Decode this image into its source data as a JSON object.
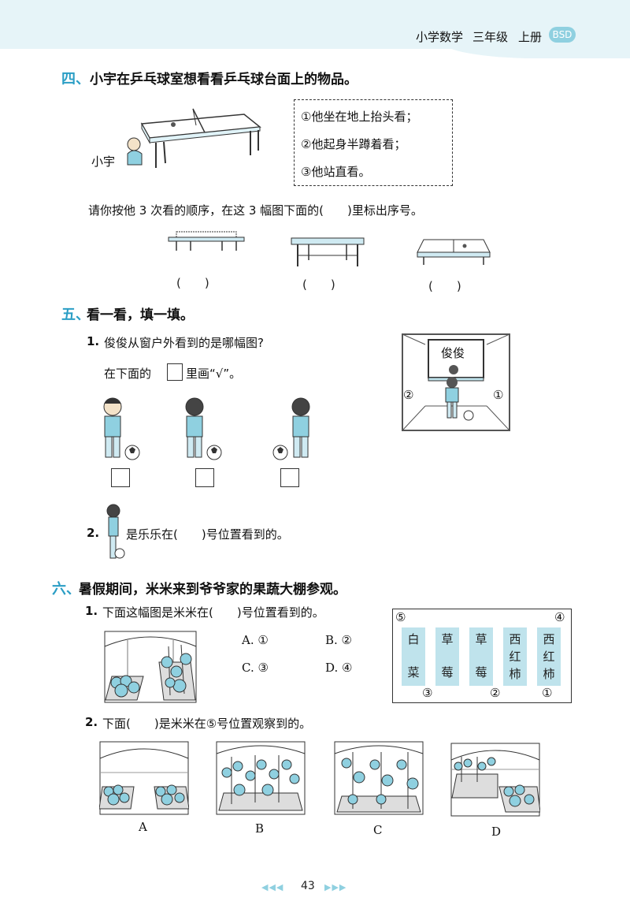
{
  "header": {
    "subject": "小学数学",
    "grade": "三年级",
    "volume": "上册",
    "badge": "BSD"
  },
  "s4": {
    "num": "四、",
    "title": "小宇在乒乓球室想看看乒乓球台面上的物品。",
    "person": "小宇",
    "options": [
      "①他坐在地上抬头看；",
      "②他起身半蹲着看；",
      "③他站直看。"
    ],
    "instruction": "请你按他 3 次看的顺序，在这 3 幅图下面的(　　)里标出序号。",
    "blank": "(　　)"
  },
  "s5": {
    "num": "五、",
    "title": "看一看，填一填。",
    "q1_num": "1.",
    "q1": "俊俊从窗户外看到的是哪幅图?",
    "q1_hint_a": "在下面的",
    "q1_hint_b": "里画“√”。",
    "window_label": "俊俊",
    "pos_left": "②",
    "pos_right": "①",
    "q2_num": "2.",
    "q2": "是乐乐在(　　)号位置看到的。"
  },
  "s6": {
    "num": "六、",
    "title": "暑假期间，米米来到爷爷家的果蔬大棚参观。",
    "q1_num": "1.",
    "q1": "下面这幅图是米米在(　　)号位置看到的。",
    "choices": [
      "A. ①",
      "B. ②",
      "C. ③",
      "D. ④"
    ],
    "map": {
      "corner_tl": "⑤",
      "corner_tr": "④",
      "bottom_marks": [
        "③",
        "②",
        "①"
      ],
      "cols": [
        [
          "白",
          "菜"
        ],
        [
          "草",
          "莓"
        ],
        [
          "草",
          "莓"
        ],
        [
          "西",
          "红",
          "柿"
        ],
        [
          "西",
          "红",
          "柿"
        ]
      ]
    },
    "q2_num": "2.",
    "q2": "下面(　　)是米米在⑤号位置观察到的。",
    "pic_labels": [
      "A",
      "B",
      "C",
      "D"
    ]
  },
  "footer": {
    "page": "43",
    "left_arrows": "◀◀◀",
    "right_arrows": "▶▶▶"
  }
}
